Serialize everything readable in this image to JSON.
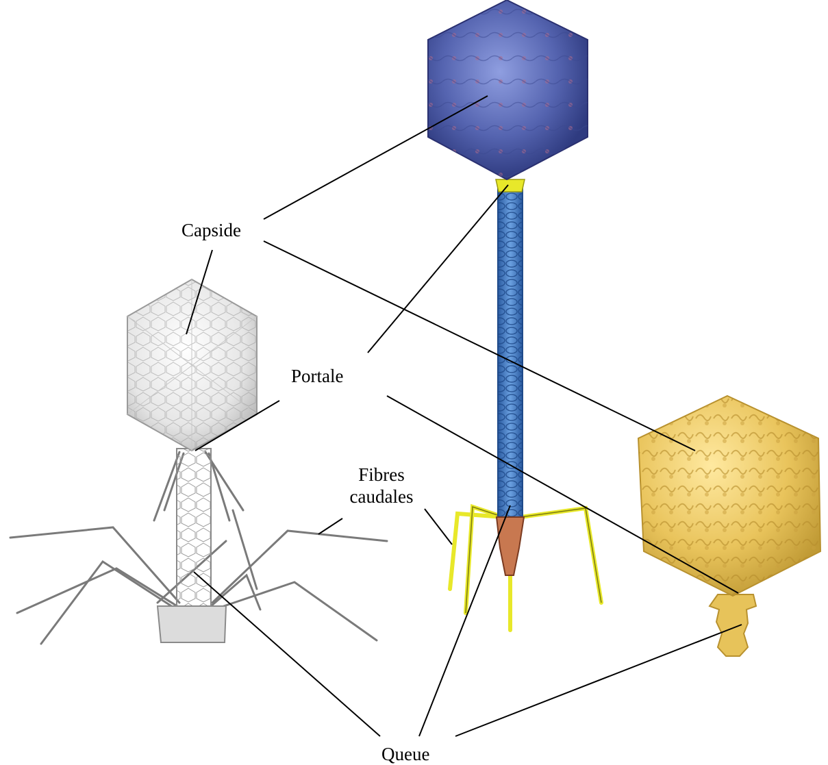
{
  "labels": {
    "capside": "Capside",
    "portale": "Portale",
    "fibres_line1": "Fibres",
    "fibres_line2": "caudales",
    "queue": "Queue"
  },
  "colors": {
    "blue_capsid": "#4a5aa8",
    "blue_tail": "#3a6fb8",
    "yellow_portal": "#e8e82a",
    "gold_capsid": "#e6c25a",
    "orange_baseplate": "#c87850",
    "sketch_gray": "#8a8a8a"
  }
}
